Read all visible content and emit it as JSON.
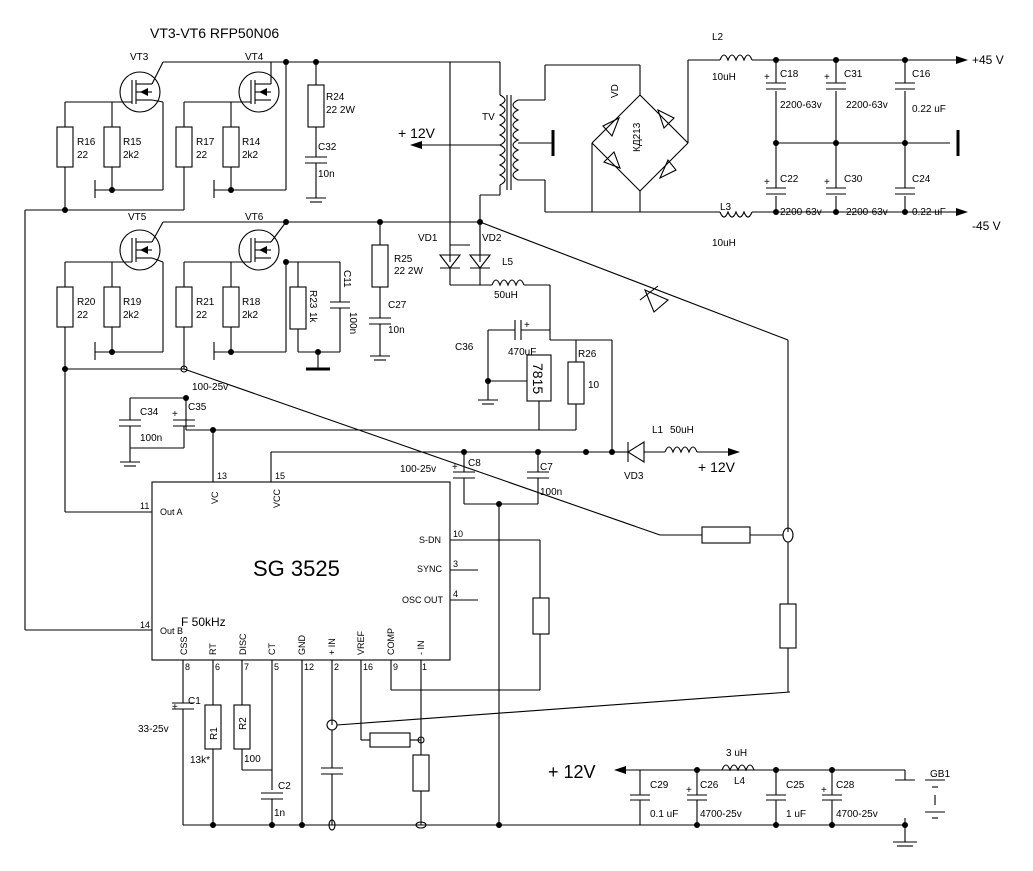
{
  "title": "VT3-VT6 RFP50N06",
  "ic": {
    "name": "SG 3525",
    "freq": "F 50kHz",
    "pins_left": [
      {
        "num": "11",
        "label": "Out A"
      },
      {
        "num": "14",
        "label": "Out B"
      }
    ],
    "pins_top": [
      {
        "num": "13",
        "label": "VC"
      },
      {
        "num": "15",
        "label": "VCC"
      }
    ],
    "pins_right": [
      {
        "num": "10",
        "label": "S-DN"
      },
      {
        "num": "3",
        "label": "SYNC"
      },
      {
        "num": "4",
        "label": "OSC OUT"
      }
    ],
    "pins_bottom": [
      {
        "num": "8",
        "label": "CSS"
      },
      {
        "num": "6",
        "label": "RT"
      },
      {
        "num": "7",
        "label": "DISC"
      },
      {
        "num": "5",
        "label": "CT"
      },
      {
        "num": "12",
        "label": "GND"
      },
      {
        "num": "2",
        "label": "+ IN"
      },
      {
        "num": "16",
        "label": "VREF"
      },
      {
        "num": "9",
        "label": "COMP"
      },
      {
        "num": "1",
        "label": "- IN"
      }
    ]
  },
  "transistors": [
    "VT3",
    "VT4",
    "VT5",
    "VT6"
  ],
  "resistors": {
    "R16": {
      "name": "R16",
      "value": "22"
    },
    "R15": {
      "name": "R15",
      "value": "2k2"
    },
    "R17": {
      "name": "R17",
      "value": "22"
    },
    "R14": {
      "name": "R14",
      "value": "2k2"
    },
    "R20": {
      "name": "R20",
      "value": "22"
    },
    "R19": {
      "name": "R19",
      "value": "2k2"
    },
    "R21": {
      "name": "R21",
      "value": "22"
    },
    "R18": {
      "name": "R18",
      "value": "2k2"
    },
    "R23": {
      "name": "R23",
      "value": "1k"
    },
    "R24": {
      "name": "R24",
      "value": "22 2W"
    },
    "R25": {
      "name": "R25",
      "value": "22 2W"
    },
    "R26": {
      "name": "R26",
      "value": "10"
    },
    "R1": {
      "name": "R1",
      "value": "13k*"
    },
    "R2": {
      "name": "R2",
      "value": "100"
    }
  },
  "capacitors": {
    "C11": {
      "name": "C11",
      "value": "100n"
    },
    "C32": {
      "name": "C32",
      "value": "10n"
    },
    "C27": {
      "name": "C27",
      "value": "10n"
    },
    "C36": {
      "name": "C36",
      "value": "470uF"
    },
    "C34": {
      "name": "C34",
      "value": "100n"
    },
    "C35": {
      "name": "C35",
      "value": "100-25v"
    },
    "C8": {
      "name": "C8",
      "value": "100-25v"
    },
    "C7": {
      "name": "C7",
      "value": "100n"
    },
    "C1": {
      "name": "C1",
      "value": "33-25v"
    },
    "C2": {
      "name": "C2",
      "value": "1n"
    },
    "C18": {
      "name": "C18",
      "value": "2200-63v"
    },
    "C31": {
      "name": "C31",
      "value": "2200-63v"
    },
    "C16": {
      "name": "C16",
      "value": "0.22 uF"
    },
    "C22": {
      "name": "C22",
      "value": "2200-63v"
    },
    "C30": {
      "name": "C30",
      "value": "2200-63v"
    },
    "C24": {
      "name": "C24",
      "value": "0.22 uF"
    },
    "C29": {
      "name": "C29",
      "value": "0.1 uF"
    },
    "C26": {
      "name": "C26",
      "value": "4700-25v"
    },
    "C25": {
      "name": "C25",
      "value": "1 uF"
    },
    "C28": {
      "name": "C28",
      "value": "4700-25v"
    }
  },
  "inductors": {
    "L2": {
      "name": "L2",
      "value": "10uH"
    },
    "L3": {
      "name": "L3",
      "value": "10uH"
    },
    "L5": {
      "name": "L5",
      "value": "50uH"
    },
    "L1": {
      "name": "L1",
      "value": "50uH"
    },
    "L4": {
      "name": "L4",
      "value": "3 uH"
    }
  },
  "diodes": [
    "VD1",
    "VD2",
    "VD3"
  ],
  "bridge": {
    "name": "VD",
    "part": "КД213"
  },
  "transformer": "TV",
  "regulator": "7815",
  "battery": "GB1",
  "rails": {
    "plus45": "+45 V",
    "minus45": "-45 V",
    "plus12_tv": "+ 12V",
    "plus12_out": "+ 12V",
    "plus12_in": "+ 12V"
  }
}
